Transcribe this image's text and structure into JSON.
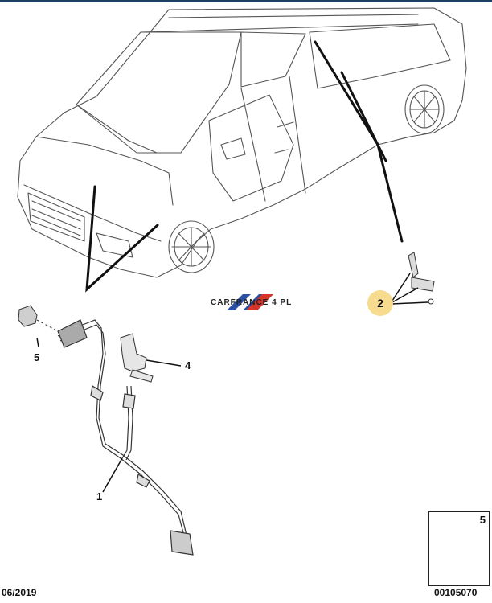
{
  "callouts": {
    "part_1": "1",
    "part_2": "2",
    "part_4": "4",
    "part_5": "5",
    "inset_5": "5"
  },
  "footer": {
    "date": "06/2019",
    "reference": "00105070"
  },
  "watermark": {
    "text": "CARFRANCE 4 PL"
  },
  "colors": {
    "header_bar": "#1f3d66",
    "callout_highlight": "#f7dc8f",
    "watermark_red": "#d8342b",
    "watermark_blue": "#2a4fa3"
  }
}
